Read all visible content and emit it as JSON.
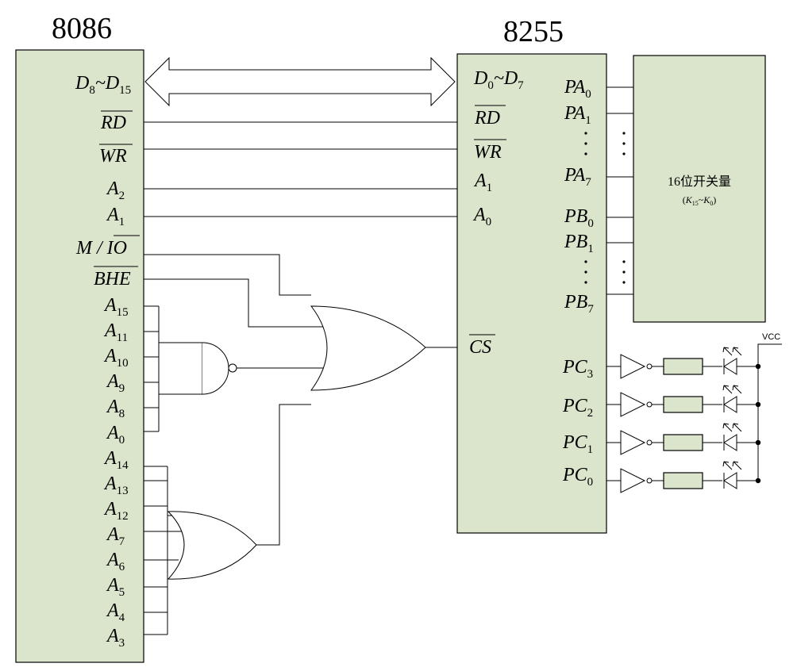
{
  "cpu": {
    "title": "8086",
    "pins": [
      {
        "id": "d8-d15",
        "main": "D",
        "sub": "8",
        "mid": "~D",
        "sub2": "15",
        "bar": false
      },
      {
        "id": "rd",
        "main": "RD",
        "bar": true
      },
      {
        "id": "wr",
        "main": "WR",
        "bar": true
      },
      {
        "id": "a2",
        "main": "A",
        "sub": "2"
      },
      {
        "id": "a1",
        "main": "A",
        "sub": "1"
      },
      {
        "id": "m-io",
        "main": "M / ",
        "barpart": "IO"
      },
      {
        "id": "bhe",
        "main": "BHE",
        "bar": true
      },
      {
        "id": "a15",
        "main": "A",
        "sub": "15"
      },
      {
        "id": "a11",
        "main": "A",
        "sub": "11"
      },
      {
        "id": "a10",
        "main": "A",
        "sub": "10"
      },
      {
        "id": "a9",
        "main": "A",
        "sub": "9"
      },
      {
        "id": "a8",
        "main": "A",
        "sub": "8"
      },
      {
        "id": "a0",
        "main": "A",
        "sub": "0"
      },
      {
        "id": "a14",
        "main": "A",
        "sub": "14"
      },
      {
        "id": "a13",
        "main": "A",
        "sub": "13"
      },
      {
        "id": "a12",
        "main": "A",
        "sub": "12"
      },
      {
        "id": "a7",
        "main": "A",
        "sub": "7"
      },
      {
        "id": "a6",
        "main": "A",
        "sub": "6"
      },
      {
        "id": "a5",
        "main": "A",
        "sub": "5"
      },
      {
        "id": "a4",
        "main": "A",
        "sub": "4"
      },
      {
        "id": "a3",
        "main": "A",
        "sub": "3"
      }
    ]
  },
  "ppi": {
    "title": "8255",
    "left_pins": [
      {
        "id": "d0-d7",
        "main": "D",
        "sub": "0",
        "mid": "~D",
        "sub2": "7"
      },
      {
        "id": "rd",
        "main": "RD",
        "bar": true
      },
      {
        "id": "wr",
        "main": "WR",
        "bar": true
      },
      {
        "id": "a1",
        "main": "A",
        "sub": "1"
      },
      {
        "id": "a0",
        "main": "A",
        "sub": "0"
      },
      {
        "id": "cs",
        "main": "CS",
        "bar": true
      }
    ],
    "right_pins": [
      {
        "id": "pa0",
        "main": "PA",
        "sub": "0"
      },
      {
        "id": "pa1",
        "main": "PA",
        "sub": "1"
      },
      {
        "id": "pa7",
        "main": "PA",
        "sub": "7"
      },
      {
        "id": "pb0",
        "main": "PB",
        "sub": "0"
      },
      {
        "id": "pb1",
        "main": "PB",
        "sub": "1"
      },
      {
        "id": "pb7",
        "main": "PB",
        "sub": "7"
      },
      {
        "id": "pc3",
        "main": "PC",
        "sub": "3"
      },
      {
        "id": "pc2",
        "main": "PC",
        "sub": "2"
      },
      {
        "id": "pc1",
        "main": "PC",
        "sub": "1"
      },
      {
        "id": "pc0",
        "main": "PC",
        "sub": "0"
      }
    ]
  },
  "switches": {
    "label": "16位开关量",
    "sublabel_open": "(",
    "sublabel_k1": "K",
    "sublabel_k1_sub": "15",
    "sublabel_sep": "~",
    "sublabel_k2": "K",
    "sublabel_k2_sub": "0",
    "sublabel_close": ")"
  },
  "power": {
    "label": "VCC"
  },
  "colors": {
    "chip_fill": "#dbe5cc",
    "line": "#000000"
  }
}
